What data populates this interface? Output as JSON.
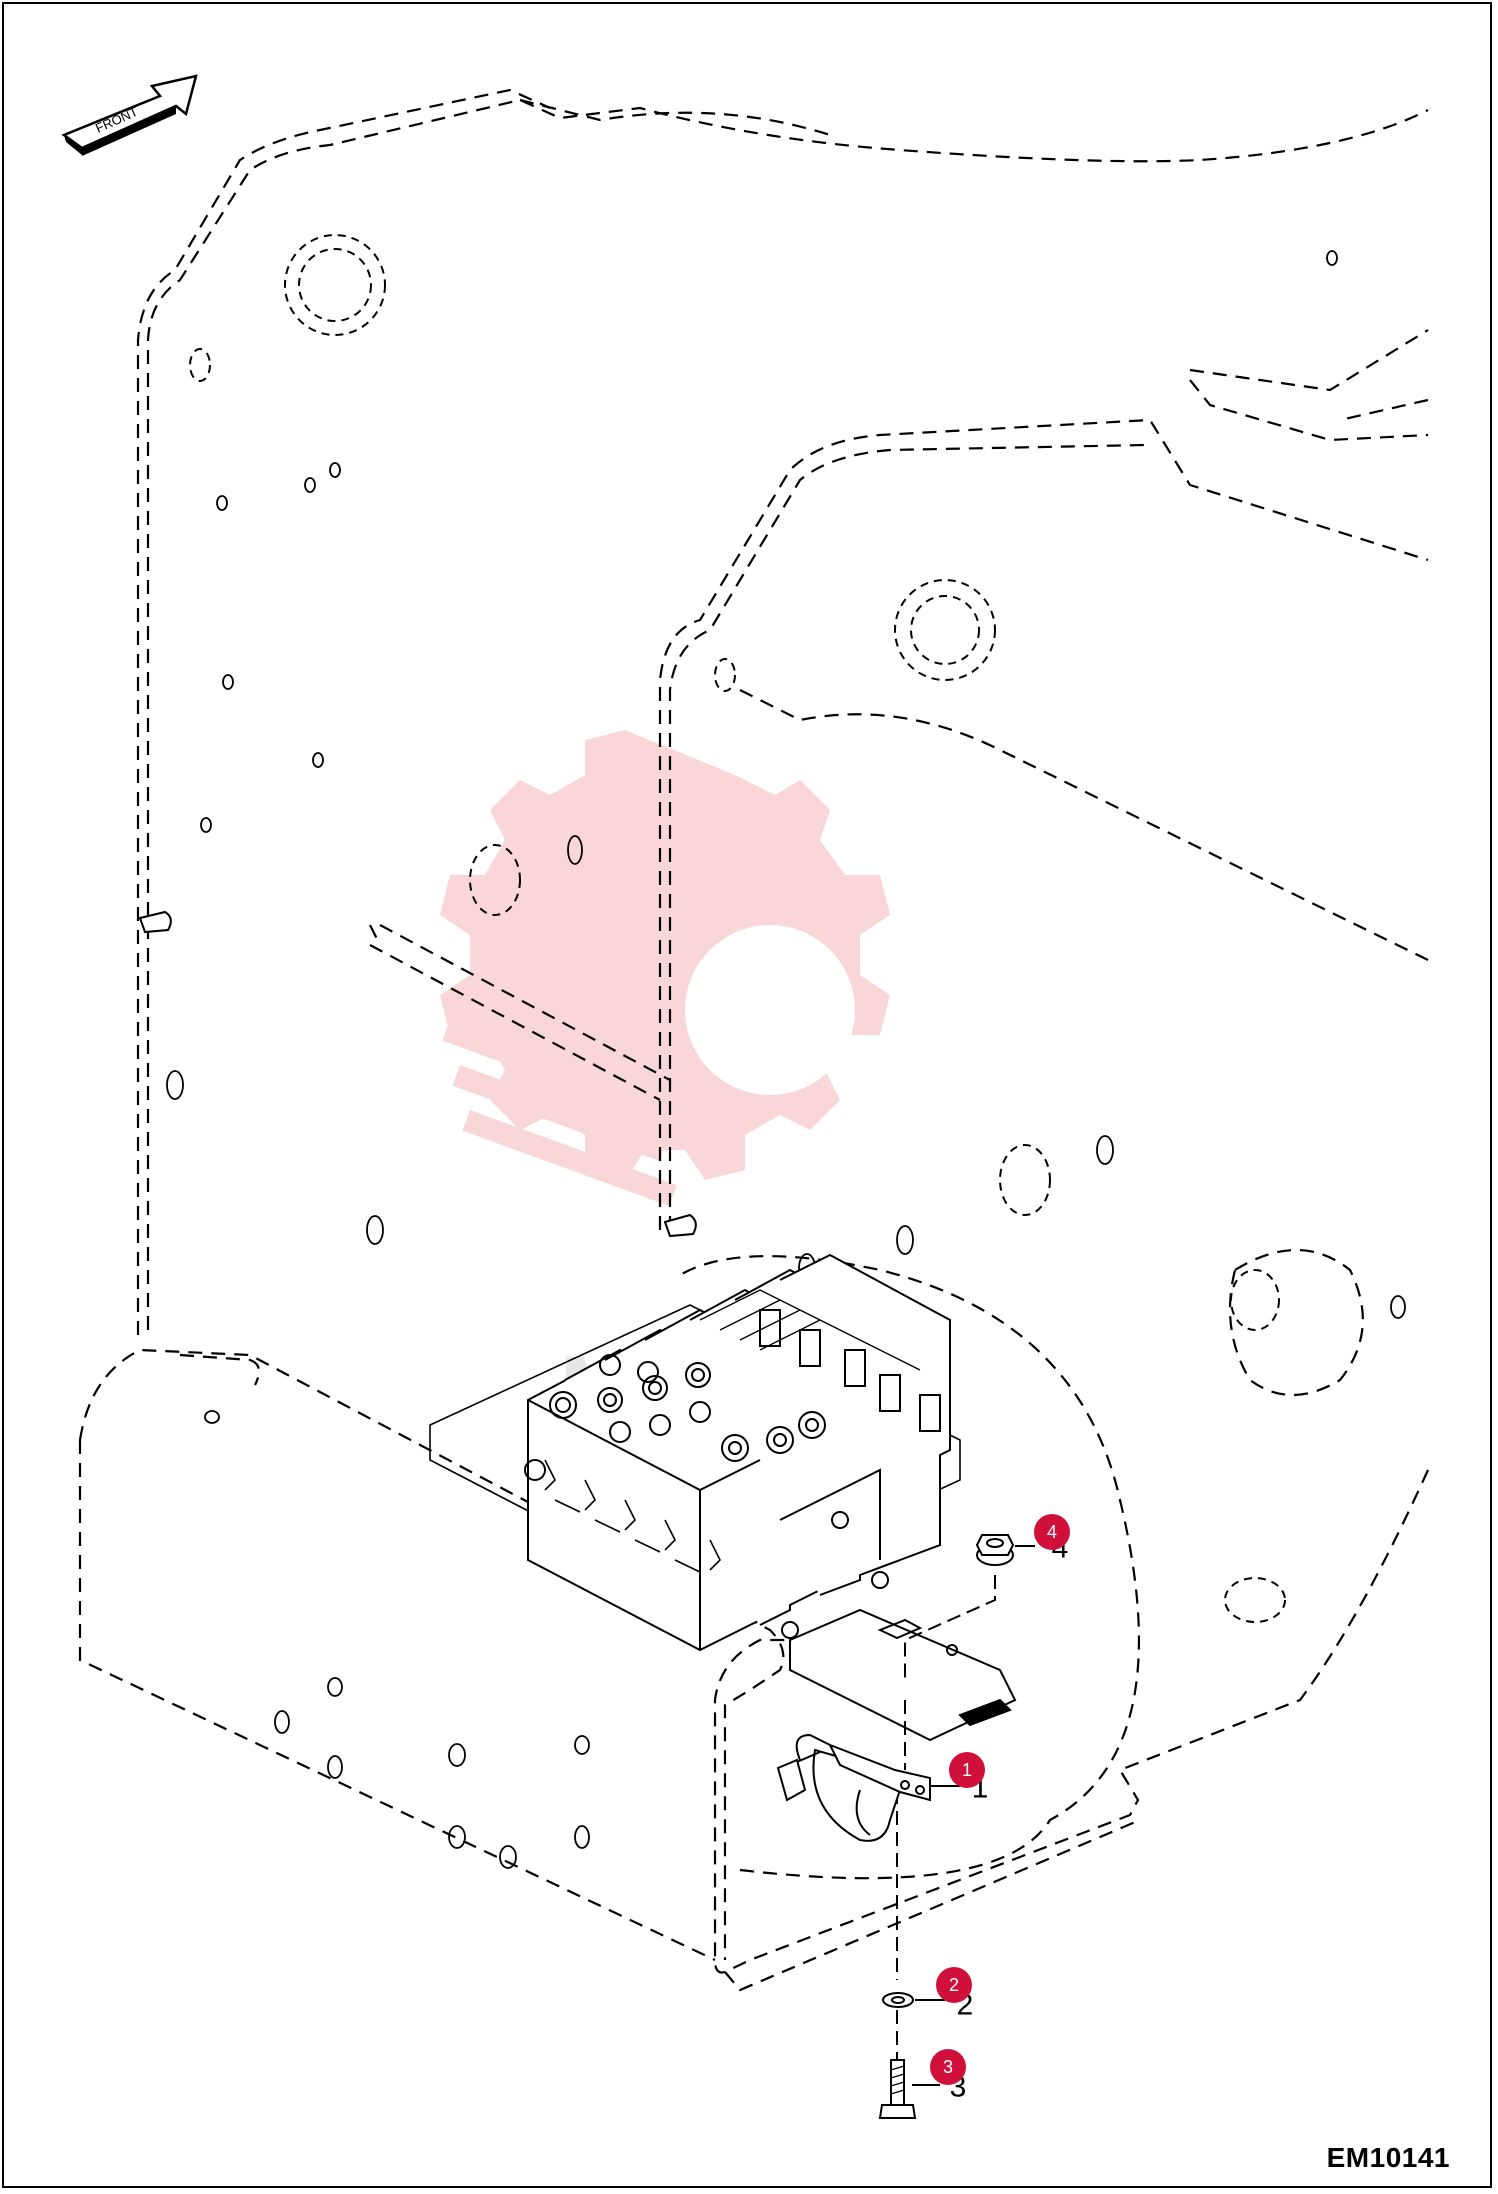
{
  "front_arrow": {
    "label": "FRONT"
  },
  "callouts": [
    {
      "number": "1",
      "ref": "1"
    },
    {
      "number": "2",
      "ref": "2"
    },
    {
      "number": "3",
      "ref": "3"
    },
    {
      "number": "4",
      "ref": "4"
    }
  ],
  "drawing_code": "EM10141",
  "colors": {
    "callout": "#d0103a",
    "watermark": "#f2a8ad",
    "line": "#000000"
  }
}
